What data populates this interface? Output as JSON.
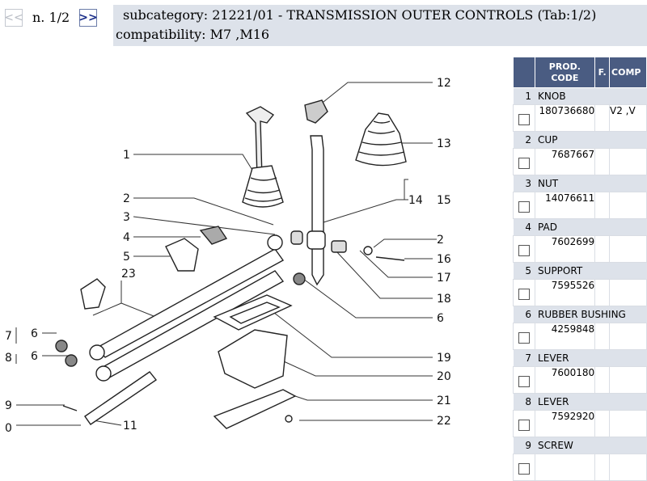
{
  "nav": {
    "prev_glyph": "<<",
    "next_glyph": ">>",
    "page_label": "n. 1/2"
  },
  "header": {
    "subcategory_line": "subcategory: 21221/01 - TRANSMISSION OUTER CONTROLS (Tab:1/2)",
    "compatibility_line": "compatibility: M7 ,M16"
  },
  "diagram": {
    "callouts": [
      "1",
      "2",
      "3",
      "4",
      "5",
      "23",
      "7",
      "6",
      "8",
      "6",
      "9",
      "0",
      "11",
      "12",
      "13",
      "14",
      "15",
      "2",
      "16",
      "17",
      "18",
      "6",
      "19",
      "20",
      "21",
      "22"
    ]
  },
  "table": {
    "headers": {
      "code": "PROD. CODE",
      "f": "F.",
      "comp": "COMP"
    },
    "rows": [
      {
        "num": "1",
        "desc": "KNOB",
        "code": "180736680",
        "comp": "V2 ,V"
      },
      {
        "num": "2",
        "desc": "CUP",
        "code": "7687667",
        "comp": ""
      },
      {
        "num": "3",
        "desc": "NUT",
        "code": "14076611",
        "comp": ""
      },
      {
        "num": "4",
        "desc": "PAD",
        "code": "7602699",
        "comp": ""
      },
      {
        "num": "5",
        "desc": "SUPPORT",
        "code": "7595526",
        "comp": ""
      },
      {
        "num": "6",
        "desc": "RUBBER BUSHING",
        "code": "4259848",
        "comp": ""
      },
      {
        "num": "7",
        "desc": "LEVER",
        "code": "7600180",
        "comp": ""
      },
      {
        "num": "8",
        "desc": "LEVER",
        "code": "7592920",
        "comp": ""
      },
      {
        "num": "9",
        "desc": "SCREW",
        "code": "",
        "comp": ""
      }
    ]
  }
}
